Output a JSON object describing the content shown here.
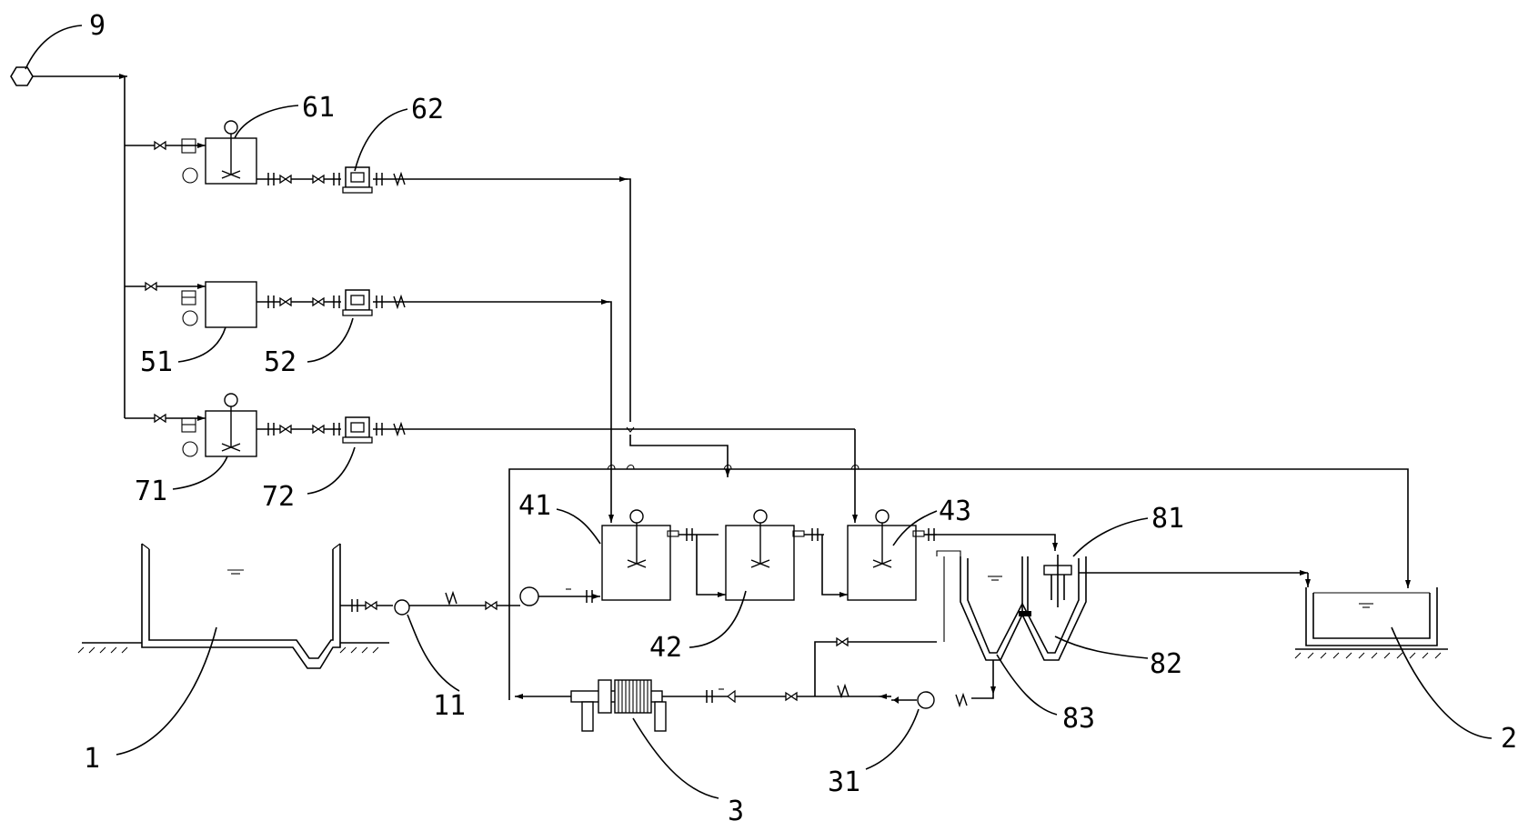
{
  "diagram": {
    "labels": {
      "pool_raw": "1",
      "pool_clean": "2",
      "filter_press": "3",
      "pump_feed": "11",
      "pump_sludge": "31",
      "tank_reactor_1": "41",
      "tank_reactor_2": "42",
      "tank_reactor_3": "43",
      "tank_dose_b": "51",
      "pump_dose_b": "52",
      "tank_dose_a": "61",
      "pump_dose_a": "62",
      "tank_dose_c": "71",
      "pump_dose_c": "72",
      "settler_outlet": "81",
      "settler_baffle": "82",
      "settler_hopper": "83",
      "water_source": "9"
    }
  }
}
